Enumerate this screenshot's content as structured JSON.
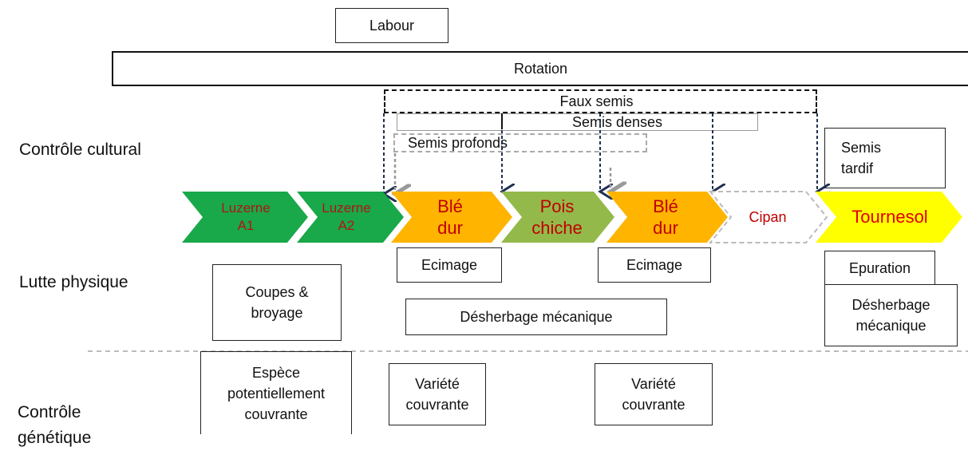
{
  "labour": "Labour",
  "rotation": "Rotation",
  "faux_semis": "Faux semis",
  "semis_denses": "Semis denses",
  "semis_profonds": "Semis profonds",
  "semis_tardif": "Semis\ntardif",
  "categories": {
    "controle_cultural": "Contrôle cultural",
    "lutte_physique": "Lutte physique",
    "controle_genetique": "Contrôle\ngénétique"
  },
  "crops": [
    {
      "label": "Luzerne\nA1",
      "fill": "#19a84a",
      "text_color": "#b01414"
    },
    {
      "label": "Luzerne\nA2",
      "fill": "#19a84a",
      "text_color": "#b01414"
    },
    {
      "label": "Blé\ndur",
      "fill": "#ffb400",
      "text_color": "#c00000"
    },
    {
      "label": "Pois\nchiche",
      "fill": "#93b94a",
      "text_color": "#c00000"
    },
    {
      "label": "Blé\ndur",
      "fill": "#ffb400",
      "text_color": "#c00000"
    },
    {
      "label": "Cipan",
      "fill": "#ffffff",
      "text_color": "#c00000"
    },
    {
      "label": "Tournesol",
      "fill": "#ffff00",
      "text_color": "#e00000"
    }
  ],
  "physical": {
    "coupes": "Coupes &\nbroyage",
    "ecimage_1": "Ecimage",
    "ecimage_2": "Ecimage",
    "desherbage": "Désherbage mécanique",
    "epuration": "Epuration",
    "desherbage_2": "Désherbage\nmécanique"
  },
  "genetic": {
    "espece": "Espèce\npotentiellement\ncouvrante",
    "variete_1": "Variété\ncouvrante",
    "variete_2": "Variété\ncouvrante"
  }
}
